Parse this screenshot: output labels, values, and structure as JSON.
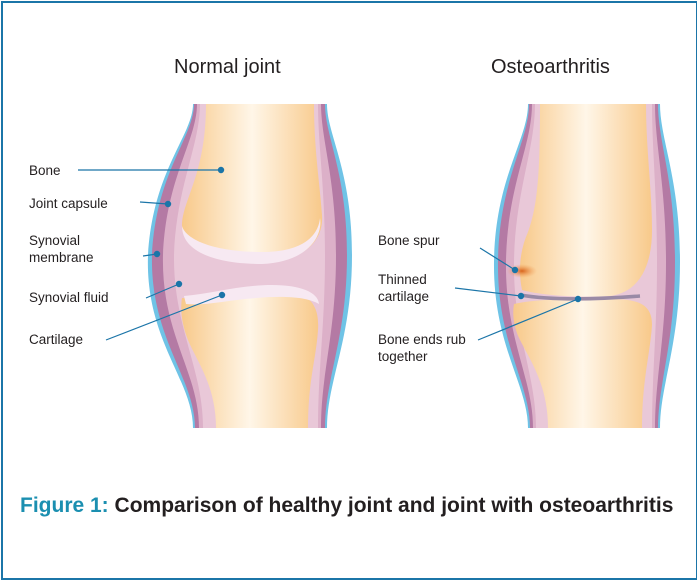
{
  "panels": [
    {
      "title": "Normal joint",
      "labels": [
        "Bone",
        "Joint capsule",
        "Synovial membrane",
        "Synovial fluid",
        "Cartilage"
      ]
    },
    {
      "title": "Osteoarthritis",
      "labels": [
        "Bone spur",
        "Thinned cartilage",
        "Bone ends rub together"
      ]
    }
  ],
  "caption": {
    "figure_label": "Figure 1:",
    "text": "Comparison of healthy joint and joint with osteoarthritis"
  },
  "colors": {
    "border": "#1b75a8",
    "capsule_outer": "#6fc3e6",
    "capsule": "#b47aa4",
    "membrane": "#dcb0c8",
    "fluid": "#e9c8d8",
    "bone": "#fbd8a9",
    "cartilage": "#f7e9f2",
    "pointer": "#1b75a8",
    "caption_accent": "#1b8fb0",
    "spur": "#e5802a"
  }
}
